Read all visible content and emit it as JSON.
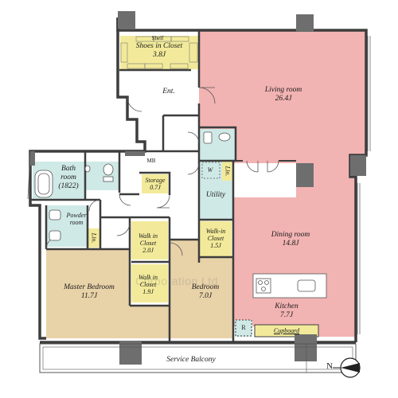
{
  "rooms": {
    "shoes_closet": {
      "name": "Shoes in Closet",
      "size": "3.8J",
      "shelf": "Shelf"
    },
    "entrance": {
      "name": "Ent."
    },
    "living_room": {
      "name": "Living room",
      "size": "26.4J"
    },
    "mb": {
      "name": "MB"
    },
    "storage": {
      "name": "Storage",
      "size": "0.7J"
    },
    "bath": {
      "name": "Bath room",
      "size": "(1822)"
    },
    "washer": {
      "name": "W"
    },
    "linen_utility": {
      "name": "Lin."
    },
    "utility": {
      "name": "Utility"
    },
    "powder_room": {
      "name": "Powder room"
    },
    "linen_master": {
      "name": "Lin."
    },
    "walkin_closet_a": {
      "name": "Walk in Closet",
      "size": "2.0J"
    },
    "walkin_closet_b": {
      "name": "Walk in Closet",
      "size": "1.9J"
    },
    "walkin_closet_c": {
      "name": "Walk-in Closet",
      "size": "1.5J"
    },
    "dining_room": {
      "name": "Dining room",
      "size": "14.8J"
    },
    "master_bedroom": {
      "name": "Master Bedroom",
      "size": "11.7J"
    },
    "bedroom": {
      "name": "Bedroom",
      "size": "7.0J"
    },
    "kitchen": {
      "name": "Kitchen",
      "size": "7.7J"
    },
    "refrigerator": {
      "name": "R"
    },
    "cupboard": {
      "name": "Cupboard"
    },
    "service_balcony": {
      "name": "Service Balcony"
    }
  },
  "compass": {
    "label": "N"
  },
  "watermark": "Corporation Ltd",
  "colors": {
    "living": "#f2b3b3",
    "bedroom": "#e8d2a8",
    "wet": "#cfe9e6",
    "closet": "#f2ea9a",
    "floor": "#ffffff",
    "wall": "#3d3d3d",
    "column": "#6e6e6e"
  }
}
